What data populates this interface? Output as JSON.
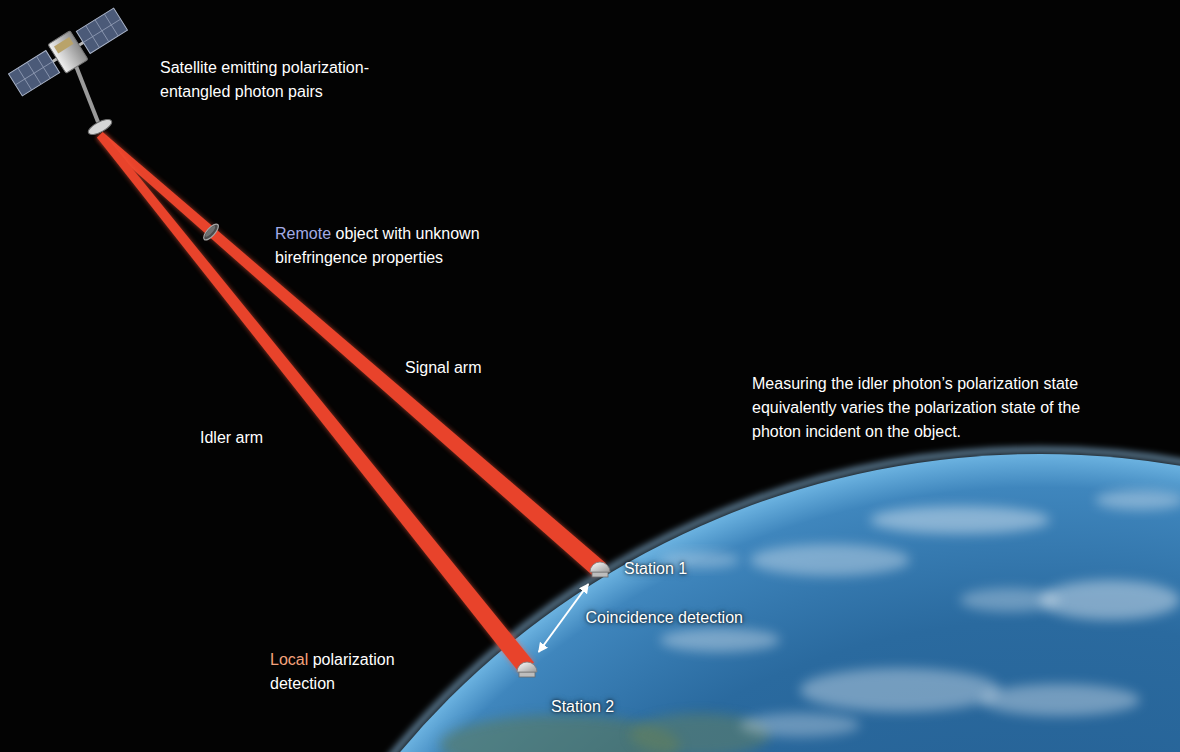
{
  "diagram": {
    "nodes": [
      {
        "text": [
          "Station 1"
        ]
      },
      {
        "text": [
          "Station 2"
        ]
      }
    ],
    "edges": [
      {
        "from": 0,
        "to": 1,
        "arrow": "both",
        "label": "Coincidence detection"
      }
    ],
    "labels": [
      "Satellite emitting polarization-entangled photon pairs",
      "Remote object with unknown birefringence properties",
      "Signal arm",
      "Idler arm",
      "Measuring the idler photon’s polarization state equivalently varies the polarization state of the photon incident on the object.",
      "Local polarization detection"
    ]
  }
}
